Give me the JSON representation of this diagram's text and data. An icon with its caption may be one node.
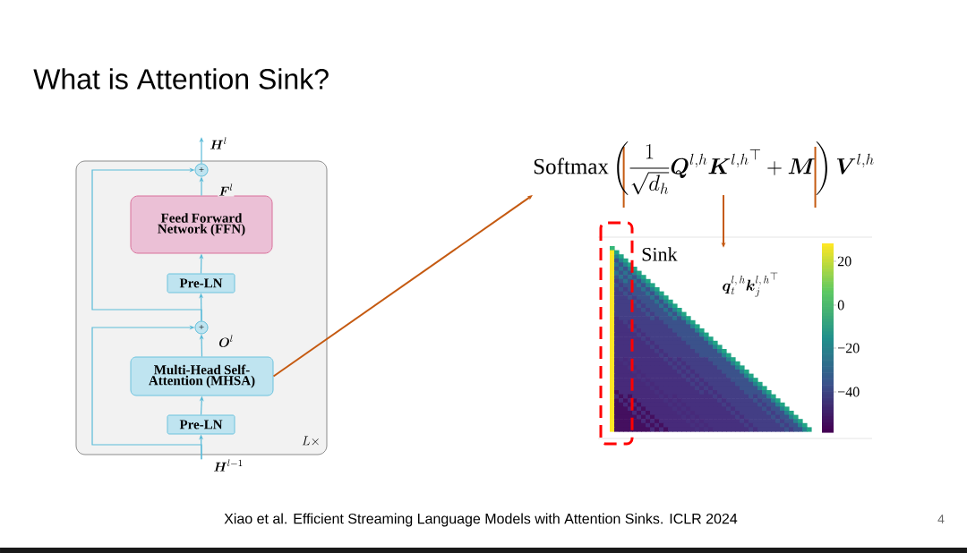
{
  "diagram": {
    "title": "What is Attention Sink?",
    "caption": "Xiao et al. Efficient Streaming Language Models with Attention Sinks. ICLR 2024",
    "nodes": [
      {
        "text": [
          "L\\times"
        ]
      },
      {
        "text": [
          "\\boldsymbol{H}^{l}"
        ]
      },
      {
        "text": [
          "+"
        ],
        "in": 0
      },
      {
        "text": [
          "Feed Forward Network (FFN)"
        ],
        "in": 0
      },
      {
        "text": [
          "Pre-LN"
        ],
        "in": 0
      },
      {
        "text": [
          "+"
        ],
        "in": 0
      },
      {
        "text": [
          "Multi-Head Self-Attention (MHSA)"
        ],
        "in": 0
      },
      {
        "text": [
          "Pre-LN"
        ],
        "in": 0
      },
      {
        "text": [
          "\\boldsymbol{H}^{l-1}"
        ]
      },
      {
        "text": [
          "\\mathrm{Softmax}\\left(\\frac{1}{\\sqrt{d_h}}\\boldsymbol{Q}^{l,h}{\\boldsymbol{K}^{l,h}}^{\\top}+\\boldsymbol{M}\\right)\\boldsymbol{V}^{l,h}"
        ]
      },
      {
        "text": [
          "Sink",
          "\\boldsymbol{q}_t^{l,\\,h}{\\boldsymbol{k}_j^{l,\\,h}}^{\\top}"
        ]
      }
    ],
    "edges": [
      {
        "from": 8,
        "to": 7,
        "arrow": "to"
      },
      {
        "from": 7,
        "to": 6,
        "arrow": "to"
      },
      {
        "from": 6,
        "to": 5,
        "arrow": "to",
        "label": "\\boldsymbol{O}^{l}"
      },
      {
        "from": 5,
        "to": 4,
        "arrow": "to"
      },
      {
        "from": 4,
        "to": 3,
        "arrow": "to"
      },
      {
        "from": 3,
        "to": 2,
        "arrow": "to",
        "label": "\\boldsymbol{F}^{l}"
      },
      {
        "from": 2,
        "to": 1,
        "arrow": "to"
      },
      {
        "from": 8,
        "to": 5,
        "arrow": "to"
      },
      {
        "from": 5,
        "to": 2,
        "arrow": "to"
      },
      {
        "from": 6,
        "to": 9,
        "arrow": "to",
        "color": "#c55a11"
      },
      {
        "from": 9,
        "to": 10,
        "arrow": "to",
        "color": "#c55a11"
      }
    ],
    "labels": [
      "20",
      "0",
      "−20",
      "−40",
      "4"
    ]
  }
}
